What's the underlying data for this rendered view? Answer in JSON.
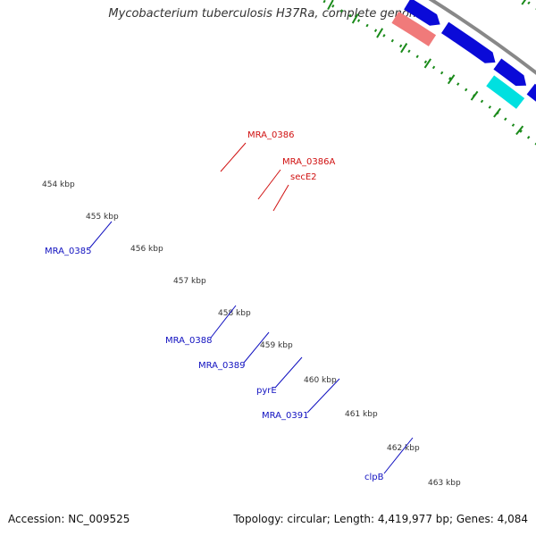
{
  "title": "Mycobacterium tuberculosis H37Ra, complete genome",
  "footer": {
    "accession": "Accession: NC_009525",
    "summary": "Topology: circular; Length: 4,419,977 bp; Genes: 4,084"
  },
  "colors": {
    "backbone": "#888888",
    "dots": "#1a8a1a",
    "forward_cds": "#0a0ad8",
    "reverse_cds": "#00e0e0",
    "rna_red": "#e00000",
    "orange": "#ff8a00",
    "khaki": "#b8ad76",
    "pink": "#f07a7a",
    "gray_gene": "#555555",
    "label_blue": "#1010c0",
    "label_red": "#d01010"
  },
  "ticks": [
    {
      "label": "454 kbp"
    },
    {
      "label": "455 kbp"
    },
    {
      "label": "456 kbp"
    },
    {
      "label": "457 kbp"
    },
    {
      "label": "458 kbp"
    },
    {
      "label": "459 kbp"
    },
    {
      "label": "460 kbp"
    },
    {
      "label": "461 kbp"
    },
    {
      "label": "462 kbp"
    },
    {
      "label": "463 kbp"
    }
  ],
  "gene_labels": [
    {
      "name": "MRA_0386",
      "color": "red"
    },
    {
      "name": "MRA_0386A",
      "color": "red"
    },
    {
      "name": "secE2",
      "color": "red"
    },
    {
      "name": "MRA_0385",
      "color": "blue"
    },
    {
      "name": "MRA_0388",
      "color": "blue"
    },
    {
      "name": "MRA_0389",
      "color": "blue"
    },
    {
      "name": "pyrE",
      "color": "blue"
    },
    {
      "name": "MRA_0391",
      "color": "blue"
    },
    {
      "name": "clpB",
      "color": "blue"
    }
  ]
}
